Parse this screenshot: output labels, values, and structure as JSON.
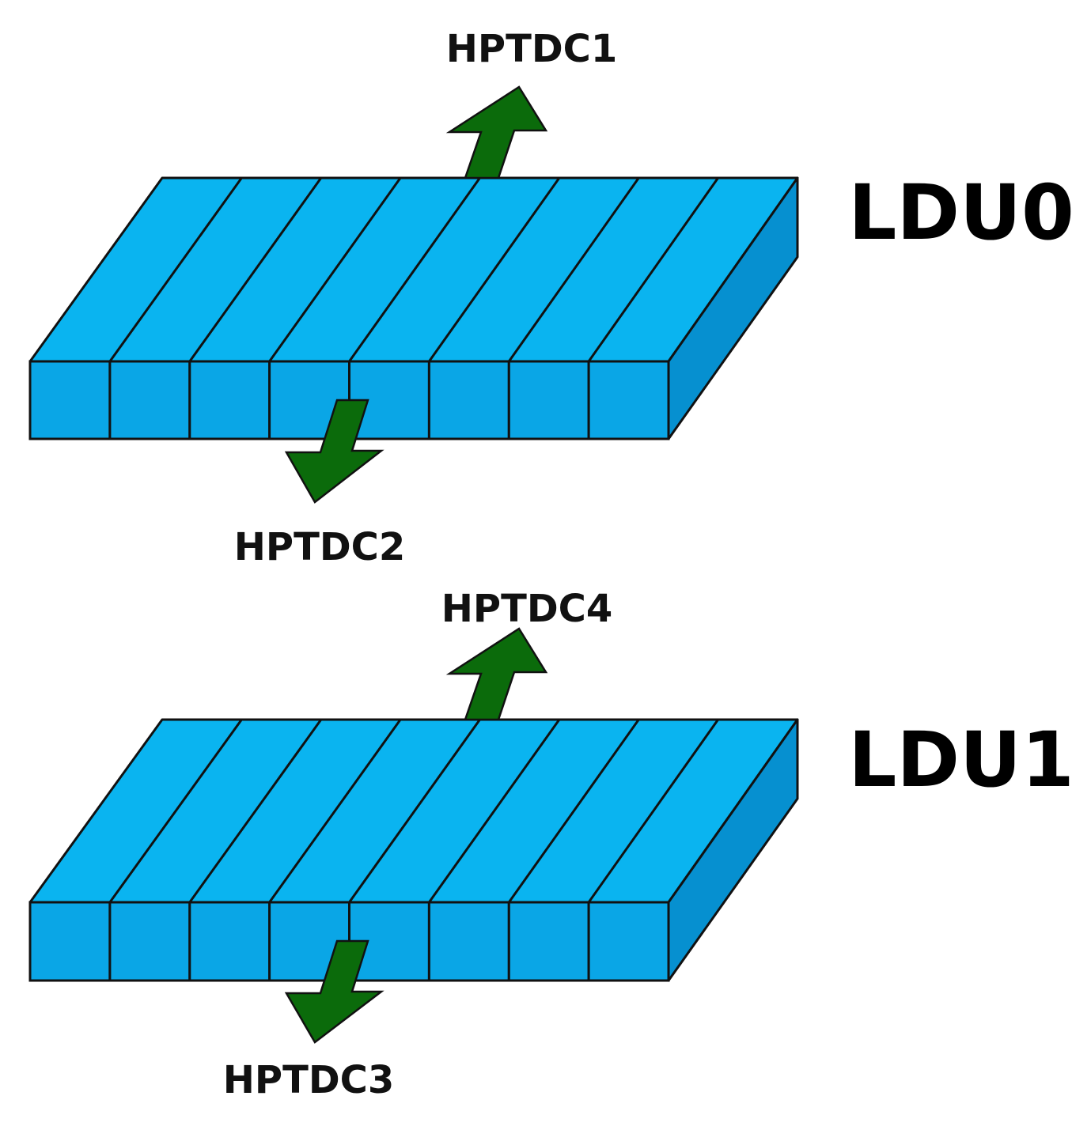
{
  "units": [
    {
      "name": "LDU0",
      "strips": 8,
      "up_output": "HPTDC1",
      "down_output": "HPTDC2"
    },
    {
      "name": "LDU1",
      "strips": 8,
      "up_output": "HPTDC4",
      "down_output": "HPTDC3"
    }
  ],
  "colors": {
    "strip_top": "#0ab4f0",
    "strip_front": "#0aa6e6",
    "strip_side": "#0690d0",
    "arrow": "#0b6b0b",
    "outline": "#111111"
  }
}
